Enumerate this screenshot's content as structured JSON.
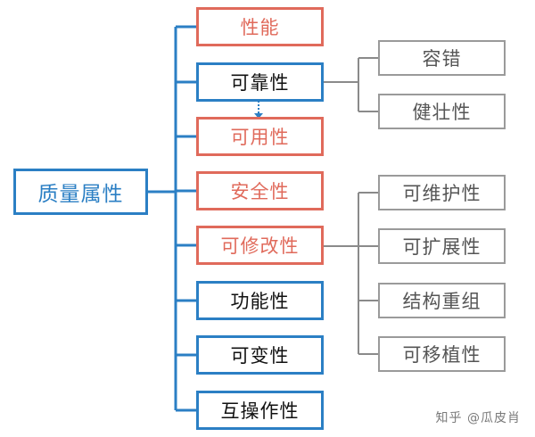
{
  "diagram": {
    "root": "质量属性",
    "nodes": [
      {
        "id": "perf",
        "label": "性能",
        "color": "#e06a5b",
        "children": []
      },
      {
        "id": "rel",
        "label": "可靠性",
        "color": "#111111",
        "children": [
          "容错",
          "健壮性"
        ]
      },
      {
        "id": "avail",
        "label": "可用性",
        "color": "#e06a5b",
        "children": []
      },
      {
        "id": "sec",
        "label": "安全性",
        "color": "#e06a5b",
        "children": []
      },
      {
        "id": "mod",
        "label": "可修改性",
        "color": "#e06a5b",
        "children": [
          "可维护性",
          "可扩展性",
          "结构重组",
          "可移植性"
        ]
      },
      {
        "id": "func",
        "label": "功能性",
        "color": "#111111",
        "children": []
      },
      {
        "id": "var",
        "label": "可变性",
        "color": "#111111",
        "children": []
      },
      {
        "id": "inter",
        "label": "互操作性",
        "color": "#111111",
        "children": []
      }
    ],
    "relations": [
      {
        "from": "root",
        "to": "perf"
      },
      {
        "from": "root",
        "to": "rel"
      },
      {
        "from": "root",
        "to": "avail"
      },
      {
        "from": "root",
        "to": "sec"
      },
      {
        "from": "root",
        "to": "mod"
      },
      {
        "from": "root",
        "to": "func"
      },
      {
        "from": "root",
        "to": "var"
      },
      {
        "from": "root",
        "to": "inter"
      },
      {
        "from": "rel",
        "to": "avail",
        "style": "dashed-arrow"
      }
    ]
  },
  "colors": {
    "line": "#2b7fc4",
    "leaf_line": "#8a8a8a",
    "red": "#e06a5b",
    "blue": "#2b7fc4"
  },
  "watermark": "知乎 @瓜皮肖"
}
